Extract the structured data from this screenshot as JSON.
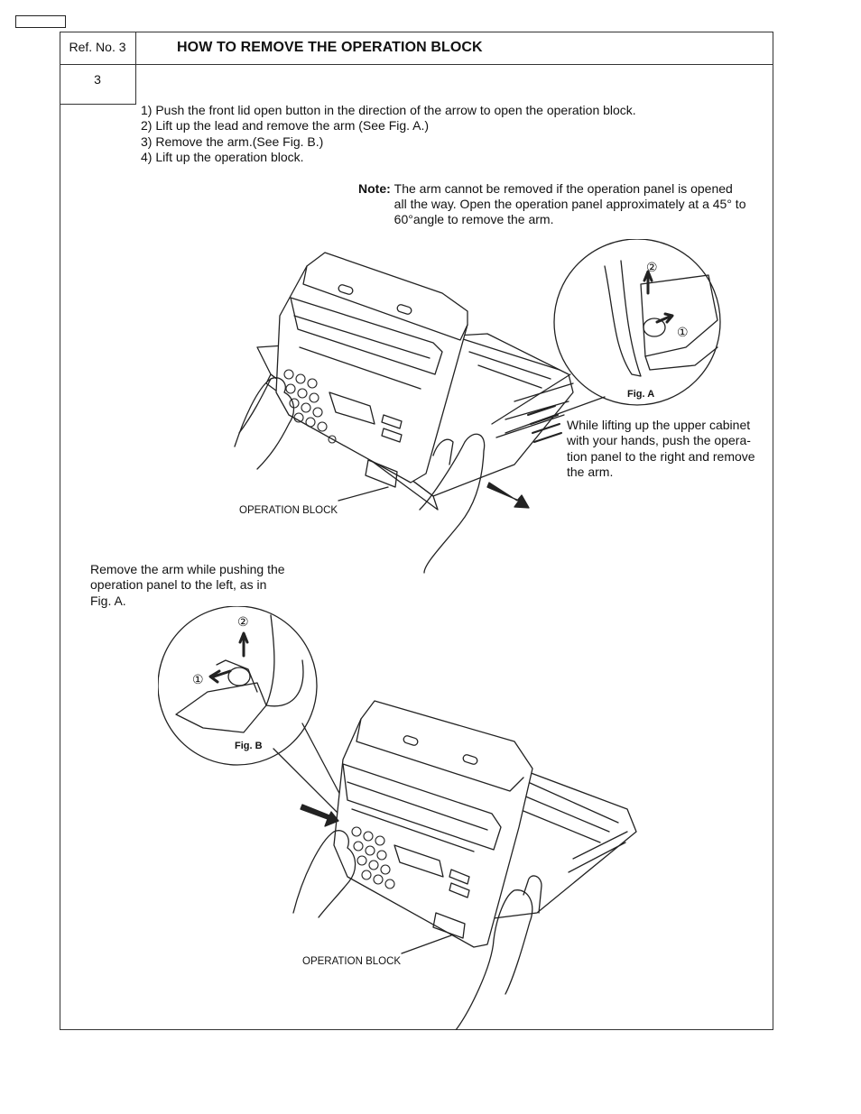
{
  "header": {
    "ref_label": "Ref. No. 3",
    "ref_number": "3",
    "title": "HOW TO REMOVE THE OPERATION BLOCK"
  },
  "steps": [
    "1)  Push the front lid open button in the direction of the arrow to open the operation block.",
    "2)  Lift up the lead and remove the arm (See Fig. A.)",
    "3)  Remove the arm.(See Fig. B.)",
    "4)  Lift up the operation block."
  ],
  "note": {
    "label": "Note:",
    "line1": "The arm cannot be removed if the operation panel is opened",
    "line2": "all the way. Open the operation panel approximately at a 45° to",
    "line3": "60°angle to remove the arm."
  },
  "figure_a": {
    "label": "Fig. A",
    "marker_1": "①",
    "marker_2": "②",
    "caption": "While lifting up the upper cabinet with your hands, push the opera-tion panel to the right and remove the arm.",
    "block_label": "OPERATION BLOCK"
  },
  "figure_b": {
    "label": "Fig. B",
    "marker_1": "①",
    "marker_2": "②",
    "caption": "Remove the arm while pushing the operation panel to the left, as in Fig. A.",
    "block_label": "OPERATION BLOCK"
  }
}
